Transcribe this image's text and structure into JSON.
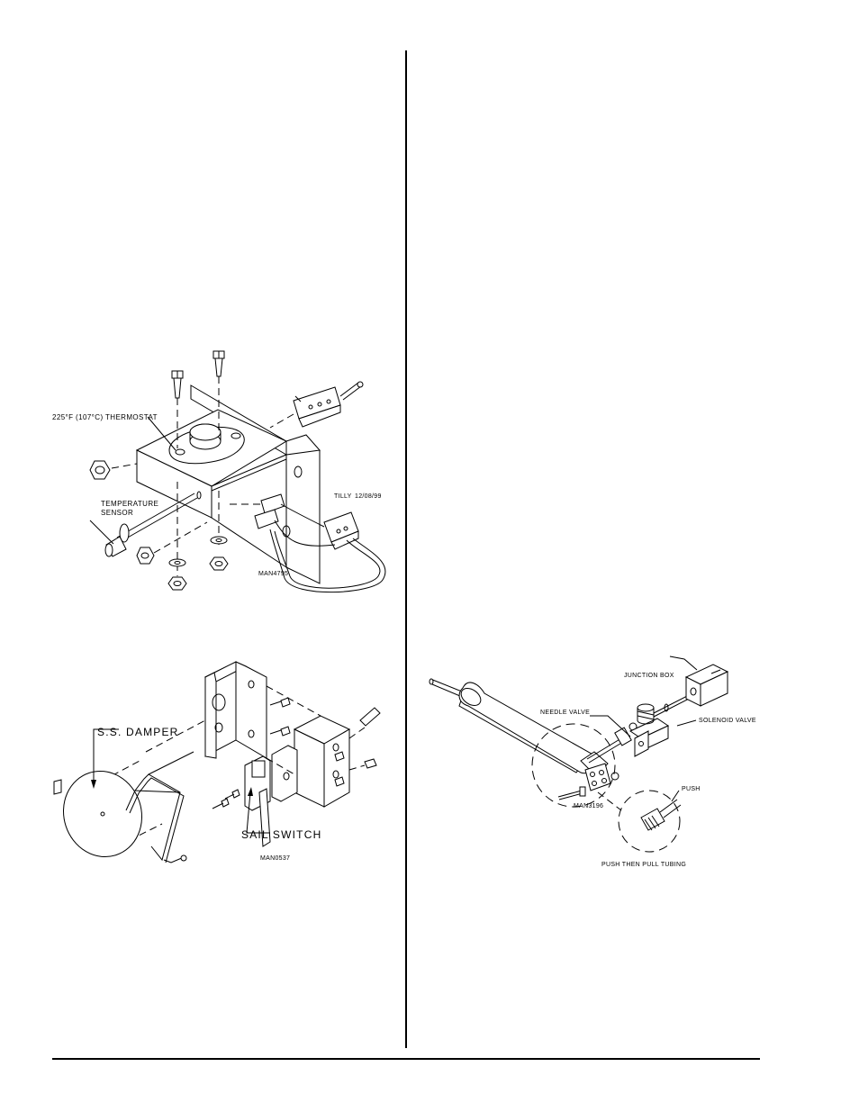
{
  "fig1": {
    "thermostat_label": "225°F (107°C) THERMOSTAT",
    "sensor_label_1": "TEMPERATURE",
    "sensor_label_2": "SENSOR",
    "drawn_by": "TILLY",
    "date": "12/08/99",
    "drawing_no": "MAN4795"
  },
  "fig2": {
    "damper_label": "S.S. DAMPER",
    "switch_label": "SAIL SWITCH",
    "drawing_no": "MAN0537"
  },
  "fig3": {
    "junction_label": "JUNCTION BOX",
    "needle_label": "NEEDLE VALVE",
    "solenoid_label": "SOLENOID VALVE",
    "drawing_no": "MAN3196",
    "push_label": "PUSH",
    "detail_caption": "PUSH THEN PULL TUBING"
  }
}
